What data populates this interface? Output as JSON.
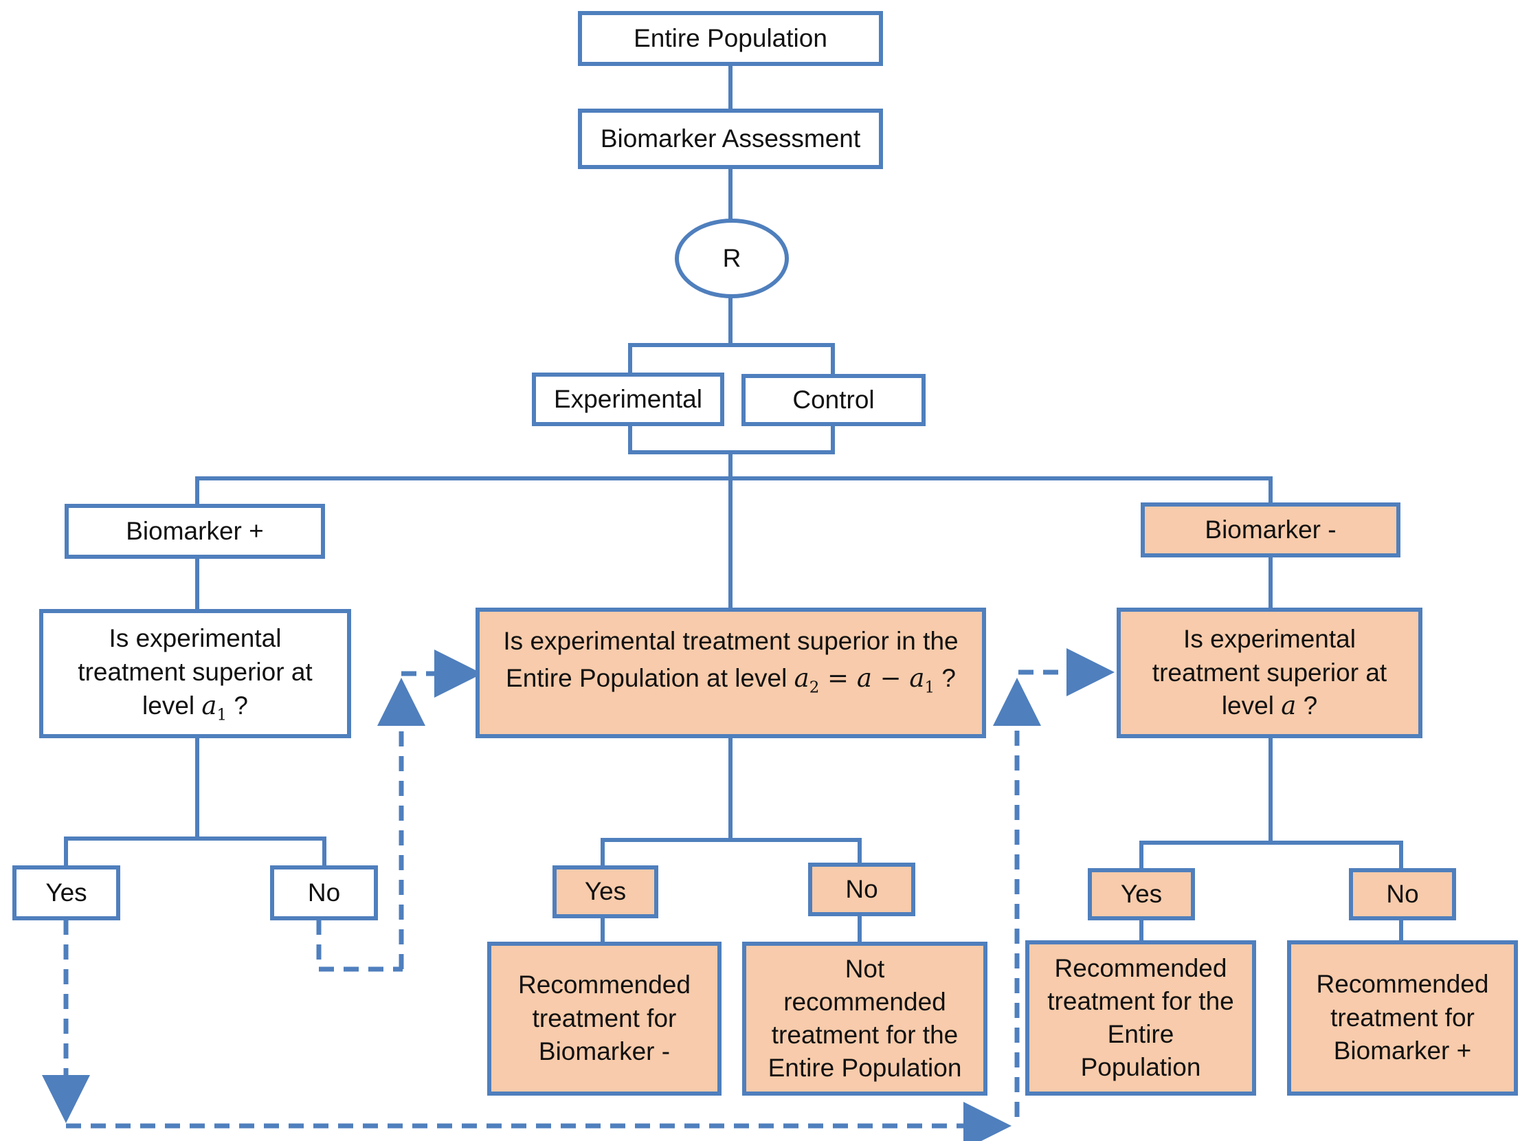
{
  "colors": {
    "line": "#4f7fbd",
    "box_fill": "#ffffff",
    "highlight_fill": "#f7cbab"
  },
  "nodes": {
    "entire_population": "Entire Population",
    "biomarker_assessment": "Biomarker Assessment",
    "randomization": "R",
    "experimental": "Experimental",
    "control": "Control",
    "biomarker_pos": "Biomarker +",
    "biomarker_neg": "Biomarker -",
    "q_left": {
      "line1": "Is experimental",
      "line2": "treatment superior at",
      "prefix": "level",
      "var": "a",
      "sub": "1",
      "suffix": "?"
    },
    "q_mid": {
      "line1": "Is experimental treatment superior in the",
      "prefix": "Entire Population at level",
      "formula_a": "a",
      "formula_sub2": "2",
      "formula_eq": " = ",
      "formula_b": "a",
      "formula_minus": " − ",
      "formula_c": "a",
      "formula_sub1": "1",
      "suffix": "?"
    },
    "q_right": {
      "line1": "Is experimental",
      "line2": "treatment superior at",
      "prefix": "level",
      "var": "a",
      "suffix": "?"
    },
    "yes": "Yes",
    "no": "No",
    "rec_bm_neg": {
      "line1": "Recommended",
      "line2": "treatment for",
      "line3": "Biomarker -"
    },
    "not_rec_entire": {
      "line1": "Not",
      "line2": "recommended",
      "line3": "treatment for the",
      "line4": "Entire Population"
    },
    "rec_entire": {
      "line1": "Recommended",
      "line2": "treatment for the",
      "line3": "Entire",
      "line4": "Population"
    },
    "rec_bm_pos": {
      "line1": "Recommended",
      "line2": "treatment for",
      "line3": "Biomarker +"
    }
  }
}
